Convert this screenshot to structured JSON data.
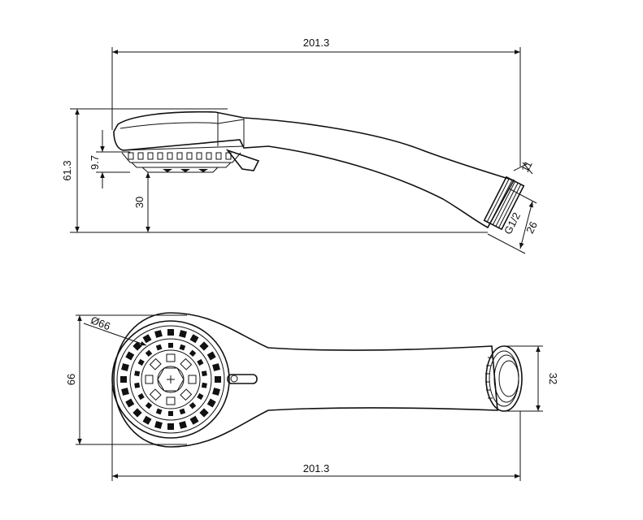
{
  "side_view": {
    "overall_length": "201.3",
    "height": "61.3",
    "nozzle_depth": "9.7",
    "head_offset": "30",
    "thread_size": "G1/2",
    "end_width": "26",
    "thread_length": "11"
  },
  "top_view": {
    "head_diameter": "Ø66",
    "width": "66",
    "end_diameter": "32",
    "overall_length": "201.3"
  },
  "colors": {
    "line": "#111111",
    "background": "#ffffff"
  }
}
